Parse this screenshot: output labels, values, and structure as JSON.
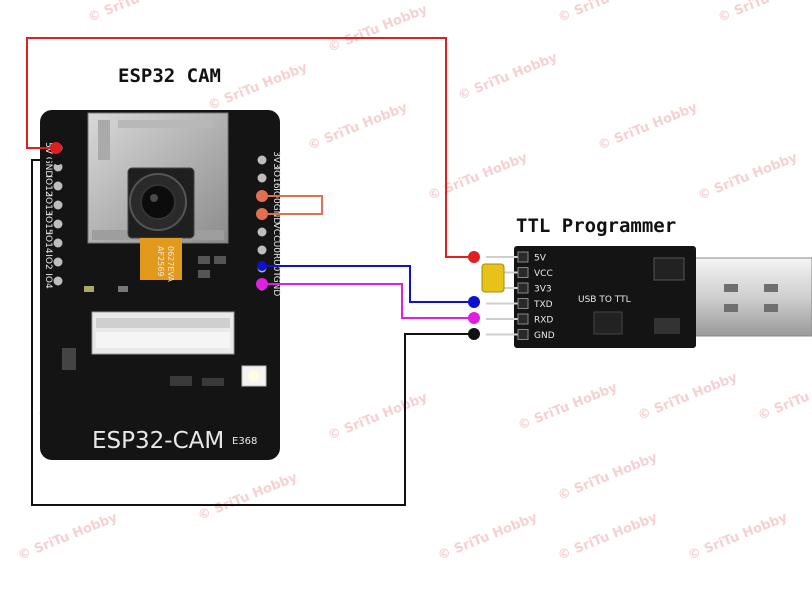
{
  "labels": {
    "esp32_title": "ESP32 CAM",
    "ttl_title": "TTL Programmer",
    "board_silk": "ESP32-CAM",
    "board_code": "E368",
    "ttl_silk": "USB TO TTL",
    "antenna_txt1": "AF2569",
    "antenna_txt2": "0627EVA"
  },
  "esp_left_pins": [
    "5V",
    "GND",
    "IO12",
    "IO13",
    "IO15",
    "IO14",
    "IO2",
    "IO4"
  ],
  "esp_right_pins": [
    "3V3",
    "IO16",
    "IO0",
    "GND",
    "VCC",
    "U0R",
    "U0T",
    "GND"
  ],
  "ttl_pins": [
    "5V",
    "VCC",
    "3V3",
    "TXD",
    "RXD",
    "GND"
  ],
  "watermark": "© SriTu Hobby",
  "colors": {
    "wire_5v": "#e02020",
    "wire_gnd": "#111111",
    "wire_tx": "#1010d0",
    "wire_rx": "#e020e0",
    "jumper_io0": "#e07050",
    "board": "#141414",
    "jumper_cap": "#e6c21a"
  },
  "icons": [
    "camera-lens-icon",
    "sd-card-slot-icon",
    "usb-plug-icon",
    "led-flash-icon"
  ]
}
